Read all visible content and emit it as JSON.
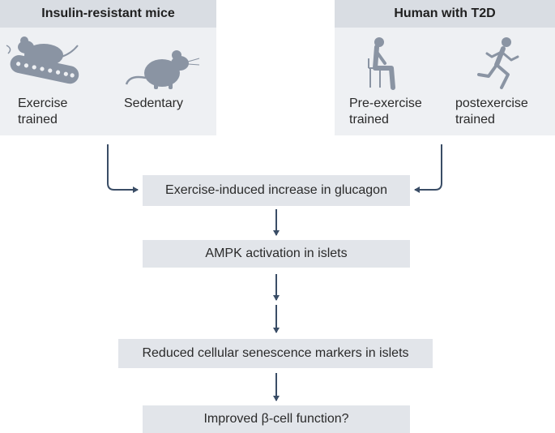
{
  "panels": {
    "mice": {
      "title": "Insulin-resistant mice",
      "exercise_line1": "Exercise",
      "exercise_line2": "trained",
      "sedentary": "Sedentary"
    },
    "human": {
      "title": "Human with T2D",
      "pre_line1": "Pre-exercise",
      "pre_line2": "trained",
      "post_line1": "postexercise",
      "post_line2": "trained"
    }
  },
  "steps": [
    "Exercise-induced increase in glucagon",
    "AMPK activation in islets",
    "Reduced cellular senescence markers in islets",
    "Improved β-cell function?"
  ],
  "icons": [
    "treadmill-mouse-icon",
    "sedentary-mouse-icon",
    "seated-person-icon",
    "running-person-icon"
  ],
  "colors": {
    "panel_bg": "#eef0f3",
    "panel_header": "#d9dde3",
    "step_bg": "#e2e5ea",
    "arrow": "#3a4d66",
    "icon": "#8a94a3"
  }
}
